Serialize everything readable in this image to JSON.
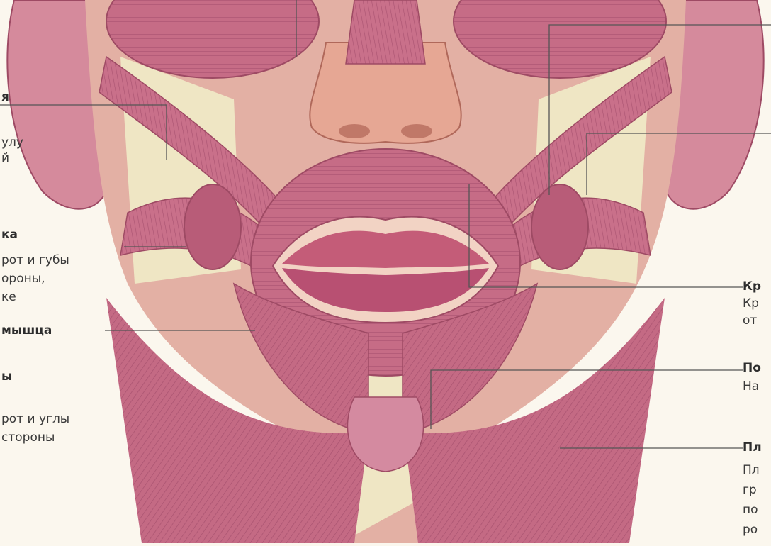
{
  "left_labels": [
    {
      "title": "я",
      "lines": [
        "улу",
        "й"
      ]
    },
    {
      "title": "ка",
      "lines": [
        "рот и губы",
        "ороны,",
        "ке"
      ]
    },
    {
      "title": "мышца",
      "lines": [
        "ы",
        "рот и углы",
        "стороны"
      ]
    }
  ],
  "right_labels": [
    {
      "title": "Кр",
      "lines": [
        "Кр",
        "от"
      ]
    },
    {
      "title": "По",
      "lines": [
        "На"
      ]
    },
    {
      "title": "Пл",
      "lines": [
        "Пл",
        "гр",
        "по",
        "ро"
      ]
    }
  ],
  "colors": {
    "background": "#fbf7ee",
    "muscle": "#c46a84",
    "muscle_dark": "#9e4a64",
    "skin": "#e9b5a0",
    "bone": "#efe6c4",
    "lip": "#c45c78",
    "leader_line": "#555555"
  }
}
